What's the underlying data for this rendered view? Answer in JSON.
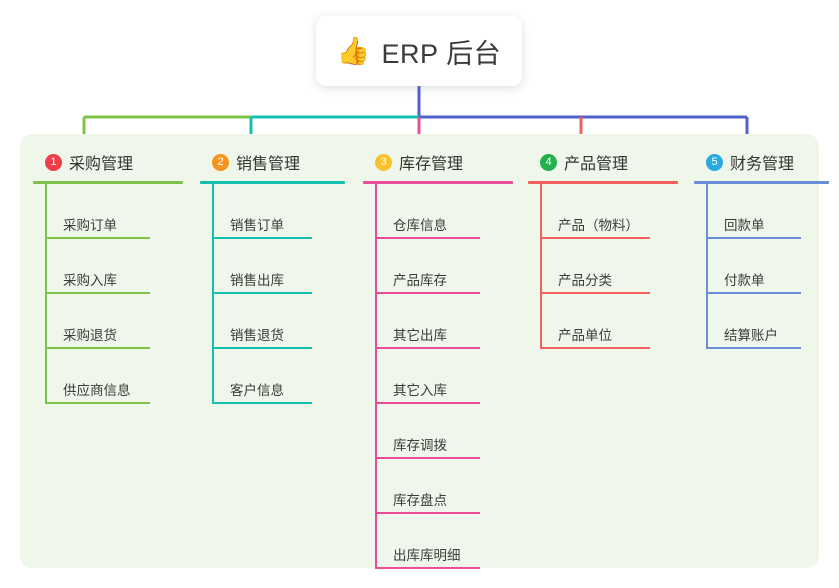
{
  "title": {
    "icon": "thumbs-up-icon",
    "icon_glyph": "👍",
    "text": "ERP 后台"
  },
  "palette": {
    "panel_bg": "#eef7e9",
    "page_bg": "#ffffff",
    "title_text": "#3a3a3a",
    "trunk": "#5162c8"
  },
  "connector": {
    "segments": [
      {
        "name": "procurement-segment",
        "color": "#7ec24a"
      },
      {
        "name": "sales-segment",
        "color": "#14bfae"
      },
      {
        "name": "inventory-segment",
        "color": "#5162c8"
      },
      {
        "name": "product-segment",
        "color": "#5162c8"
      },
      {
        "name": "finance-segment",
        "color": "#5162c8"
      }
    ]
  },
  "columns": [
    {
      "key": "procurement",
      "number": "1",
      "title": "采购管理",
      "badge_color": "#ef3e4a",
      "line_color": "#7ec24a",
      "drop_color": "#7ec24a",
      "items": [
        {
          "label": "采购订单"
        },
        {
          "label": "采购入库"
        },
        {
          "label": "采购退货"
        },
        {
          "label": "供应商信息"
        }
      ]
    },
    {
      "key": "sales",
      "number": "2",
      "title": "销售管理",
      "badge_color": "#f7941e",
      "line_color": "#14bfae",
      "drop_color": "#14bfae",
      "items": [
        {
          "label": "销售订单"
        },
        {
          "label": "销售出库"
        },
        {
          "label": "销售退货"
        },
        {
          "label": "客户信息"
        }
      ]
    },
    {
      "key": "inventory",
      "number": "3",
      "title": "库存管理",
      "badge_color": "#fbc02d",
      "line_color": "#ea4c9a",
      "drop_color": "#ea4c9a",
      "items": [
        {
          "label": "仓库信息"
        },
        {
          "label": "产品库存"
        },
        {
          "label": "其它出库"
        },
        {
          "label": "其它入库"
        },
        {
          "label": "库存调拨"
        },
        {
          "label": "库存盘点"
        },
        {
          "label": "出库库明细"
        }
      ]
    },
    {
      "key": "product",
      "number": "4",
      "title": "产品管理",
      "badge_color": "#22b14c",
      "line_color": "#f2605c",
      "drop_color": "#f2605c",
      "items": [
        {
          "label": "产品（物料）"
        },
        {
          "label": "产品分类"
        },
        {
          "label": "产品单位"
        }
      ]
    },
    {
      "key": "finance",
      "number": "5",
      "title": "财务管理",
      "badge_color": "#29abe2",
      "line_color": "#6a8ddb",
      "drop_color": "#5162c8",
      "items": [
        {
          "label": "回款单"
        },
        {
          "label": "付款单"
        },
        {
          "label": "结算账户"
        }
      ]
    }
  ]
}
